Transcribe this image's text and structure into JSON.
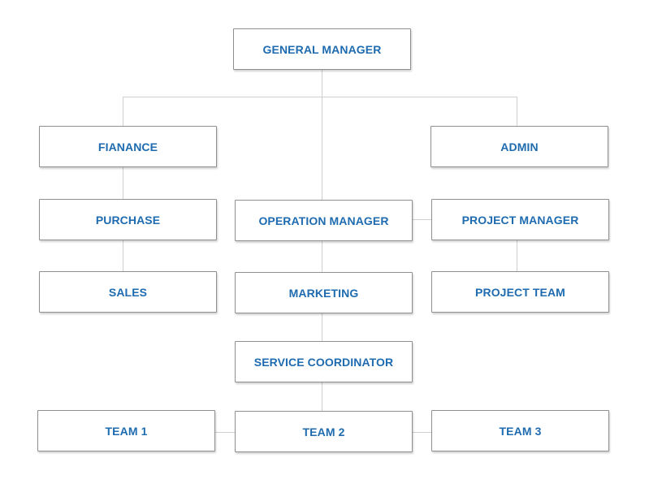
{
  "colors": {
    "label": "#1e6bb0",
    "border": "#8f8f8f",
    "connector": "#cfcfcf",
    "background": "#ffffff"
  },
  "nodes": {
    "general_manager": "GENERAL MANAGER",
    "finance": "FIANANCE",
    "admin": "ADMIN",
    "purchase": "PURCHASE",
    "operation_manager": "OPERATION MANAGER",
    "project_manager": "PROJECT MANAGER",
    "sales": "SALES",
    "marketing": "MARKETING",
    "project_team": "PROJECT TEAM",
    "service_coordinator": "SERVICE COORDINATOR",
    "team1": "TEAM 1",
    "team2": "TEAM 2",
    "team3": "TEAM 3"
  }
}
